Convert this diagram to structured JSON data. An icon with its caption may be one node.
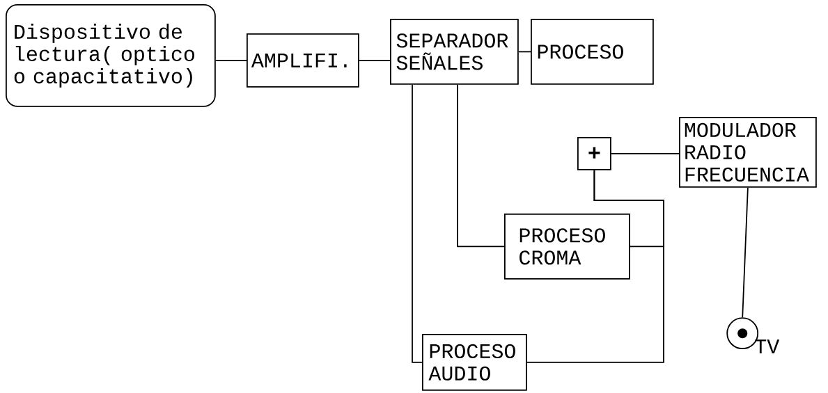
{
  "diagram": {
    "nodes": [
      {
        "text": [
          "Dispositivo de lectura( optico o capacitativo)"
        ]
      },
      {
        "text": [
          "AMPLIFI."
        ]
      },
      {
        "text": [
          "SEPARADOR SEÑALES"
        ]
      },
      {
        "text": [
          "PROCESO"
        ]
      },
      {
        "text": [
          "+"
        ]
      },
      {
        "text": [
          "MODULADOR RADIO FRECUENCIA"
        ]
      },
      {
        "text": [
          "PROCESO CROMA"
        ]
      },
      {
        "text": [
          "PROCESO AUDIO"
        ]
      },
      {
        "text": [],
        "shape": "circle",
        "beside": [
          "TV"
        ]
      }
    ],
    "edges": [
      {
        "from": 0,
        "to": 1,
        "arrow": "none"
      },
      {
        "from": 1,
        "to": 2,
        "arrow": "none"
      },
      {
        "from": 2,
        "to": 3,
        "arrow": "none"
      },
      {
        "from": 2,
        "to": 6,
        "arrow": "none"
      },
      {
        "from": 2,
        "to": 7,
        "arrow": "none"
      },
      {
        "from": 6,
        "to": 4,
        "arrow": "none"
      },
      {
        "from": 7,
        "to": 4,
        "arrow": "none"
      },
      {
        "from": 4,
        "to": 5,
        "arrow": "none"
      },
      {
        "from": 5,
        "to": 8,
        "arrow": "none"
      }
    ]
  }
}
